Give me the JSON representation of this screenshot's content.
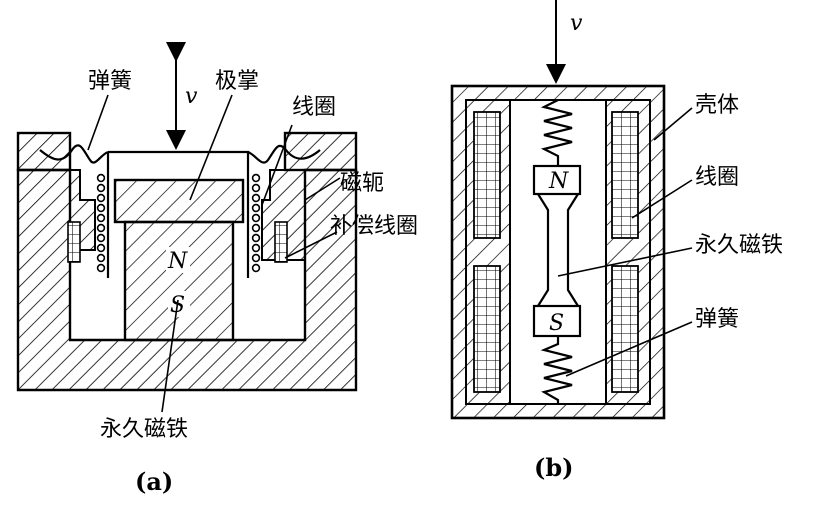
{
  "figure_a": {
    "caption": "(a)",
    "labels": {
      "spring": "弹簧",
      "velocity": "v",
      "pole_shoe": "极掌",
      "coil": "线圈",
      "yoke": "磁轭",
      "compensation_coil": "补偿线圈",
      "north": "N",
      "south": "S",
      "permanent_magnet": "永久磁铁"
    }
  },
  "figure_b": {
    "caption": "(b)",
    "labels": {
      "velocity": "v",
      "housing": "壳体",
      "coil": "线圈",
      "permanent_magnet": "永久磁铁",
      "spring": "弹簧",
      "north": "N",
      "south": "S"
    }
  }
}
